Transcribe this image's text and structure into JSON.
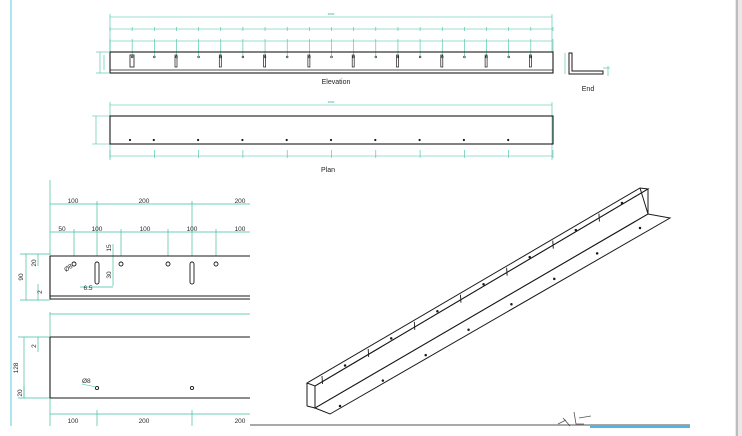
{
  "views": {
    "elevation_label": "Elevation",
    "end_label": "End",
    "plan_label": "Plan"
  },
  "detail_top": {
    "dim_row1": [
      "100",
      "200",
      "200"
    ],
    "dim_row2": [
      "50",
      "100",
      "100",
      "100",
      "100"
    ],
    "vertical_dims": [
      "20",
      "90",
      "2"
    ],
    "hole_dims": [
      "15",
      "30",
      "6.5"
    ],
    "hole_dia": "Ø8"
  },
  "detail_bottom": {
    "vertical_dims": [
      "2",
      "128",
      "20"
    ],
    "hole_dia": "Ø8",
    "bottom_dims": [
      "100",
      "200",
      "200"
    ]
  },
  "colors": {
    "dimension": "#3fbfa3",
    "outline": "#1a1a1a",
    "frame_line": "#5fc9e6",
    "right_bar": "#bdbdbd",
    "bottom_bar": "#4fb6e6"
  }
}
